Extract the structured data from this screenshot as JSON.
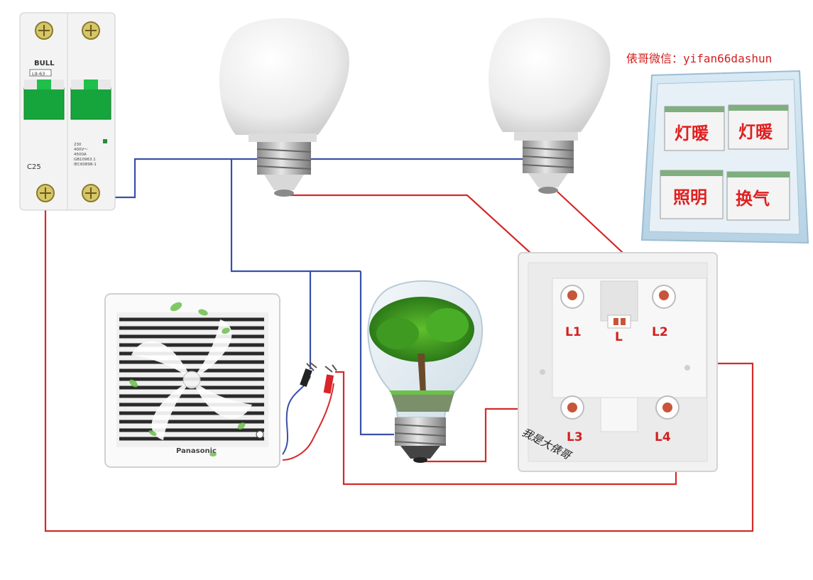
{
  "watermark": {
    "text": "俵哥微信：yifan66dashun",
    "color": "#d42020"
  },
  "signature": "我是大俵哥",
  "breaker": {
    "brand": "BULL",
    "model": "L9-63",
    "rating": "C25",
    "specs": [
      "230",
      "400V～",
      "4500A",
      "GB10963.1",
      "IEC60898-1"
    ]
  },
  "fan": {
    "brand": "Panasonic"
  },
  "switch_panel": {
    "buttons": [
      "灯暖",
      "灯暖",
      "照明",
      "换气"
    ]
  },
  "switch_terminals": {
    "L1": "L1",
    "L2": "L2",
    "L": "L",
    "L3": "L3",
    "L4": "L4"
  },
  "wire_colors": {
    "live": "#d42a2a",
    "neutral": "#3a4fa8",
    "accent": "#14a03c"
  }
}
